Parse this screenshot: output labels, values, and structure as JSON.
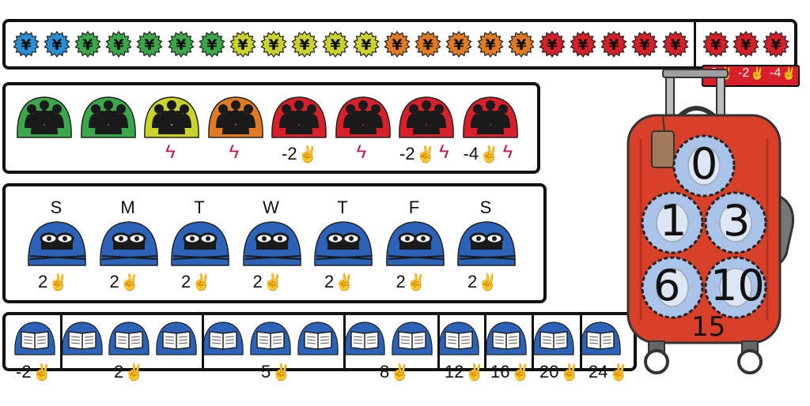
{
  "money_track": {
    "colors": [
      "#2a8fd6",
      "#2a8fd6",
      "#3aa84a",
      "#3aa84a",
      "#3aa84a",
      "#3aa84a",
      "#3aa84a",
      "#c9d32a",
      "#c9d32a",
      "#c9d32a",
      "#c9d32a",
      "#c9d32a",
      "#e07a23",
      "#e07a23",
      "#e07a23",
      "#e07a23",
      "#e07a23",
      "#d81f2a",
      "#d81f2a",
      "#d81f2a",
      "#d81f2a",
      "#d81f2a",
      "#d81f2a",
      "#d81f2a",
      "#d81f2a"
    ],
    "symbol": "¥",
    "penalties": [
      "-2",
      "-2",
      "-4"
    ]
  },
  "crowd_track": {
    "items": [
      {
        "color": "#3aa84a",
        "bolt": false,
        "value": ""
      },
      {
        "color": "#3aa84a",
        "bolt": false,
        "value": ""
      },
      {
        "color": "#c9d32a",
        "bolt": true,
        "value": ""
      },
      {
        "color": "#e07a23",
        "bolt": true,
        "value": ""
      },
      {
        "color": "#d81f2a",
        "bolt": false,
        "value": "-2"
      },
      {
        "color": "#d81f2a",
        "bolt": true,
        "value": ""
      },
      {
        "color": "#d81f2a",
        "bolt": true,
        "value": "-2"
      },
      {
        "color": "#d81f2a",
        "bolt": true,
        "value": "-4"
      }
    ]
  },
  "week_track": {
    "days": [
      "S",
      "M",
      "T",
      "W",
      "T",
      "F",
      "S"
    ],
    "values": [
      "2",
      "2",
      "2",
      "2",
      "2",
      "2",
      "2"
    ]
  },
  "book_track": {
    "count": 13,
    "values": [
      "-2",
      "2",
      "5",
      "8",
      "12",
      "16",
      "20",
      "24"
    ]
  },
  "suitcase": {
    "numbers": [
      "0",
      "1",
      "3",
      "6",
      "10"
    ],
    "bottom": "15"
  },
  "icons": {
    "hand": "✌",
    "bolt": "ϟ"
  }
}
